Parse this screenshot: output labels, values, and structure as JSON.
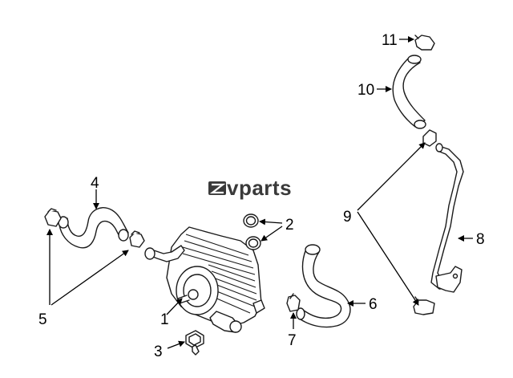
{
  "logo": {
    "text": "vparts",
    "mark_color": "#3a3a3a"
  },
  "callouts": {
    "c1": "1",
    "c2": "2",
    "c3": "3",
    "c4": "4",
    "c5": "5",
    "c6": "6",
    "c7": "7",
    "c8": "8",
    "c9": "9",
    "c10": "10",
    "c11": "11"
  },
  "colors": {
    "line": "#1a1a1a",
    "background": "#ffffff"
  }
}
